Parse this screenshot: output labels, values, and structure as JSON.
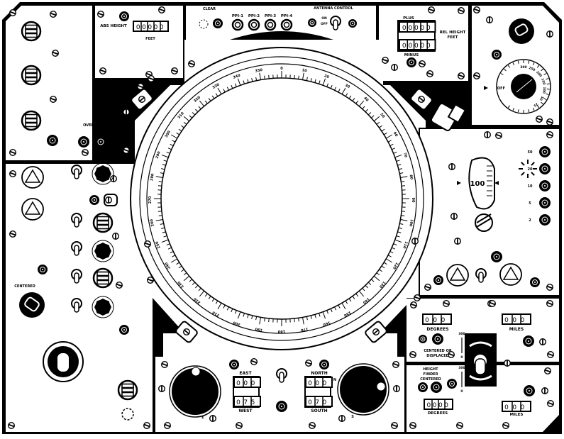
{
  "colors": {
    "ink": "#000000",
    "paper": "#ffffff"
  },
  "abs_height": {
    "label": "ABS HEIGHT",
    "unit": "FEET",
    "counter": "00000"
  },
  "top_center": {
    "clear_label": "CLEAR",
    "ppi": [
      "PPI-1",
      "PPI-2",
      "PPI-3",
      "PPI-4"
    ],
    "antenna_label": "ANTENNA CONTROL",
    "antenna_on": "ON",
    "antenna_off": "OFF"
  },
  "rel_height": {
    "plus": "PLUS",
    "minus": "MINUS",
    "label": "REL HEIGHT",
    "unit": "FEET",
    "plus_counter": "00000",
    "minus_counter": "00000"
  },
  "range_dial": {
    "off": "OFF",
    "marks": [
      "300",
      "250",
      "200",
      "150",
      "100",
      "50",
      "25"
    ]
  },
  "overheat": {
    "label": "OVERHEAT"
  },
  "scope": {
    "bearing_labels": [
      "0",
      "10",
      "20",
      "30",
      "40",
      "50",
      "60",
      "70",
      "80",
      "90",
      "100",
      "110",
      "120",
      "130",
      "140",
      "150",
      "160",
      "170",
      "180",
      "190",
      "200",
      "210",
      "220",
      "230",
      "240",
      "250",
      "260",
      "270",
      "280",
      "290",
      "300",
      "310",
      "320",
      "330",
      "340",
      "350"
    ]
  },
  "meter": {
    "value": "100"
  },
  "range_select": {
    "steps": [
      "50",
      "20",
      "10",
      "5",
      "2"
    ]
  },
  "left_panel": {
    "centered": "CENTERED"
  },
  "bottom_center": {
    "east": "EAST",
    "west": "WEST",
    "north": "NORTH",
    "south": "SOUTH",
    "east_counter": "000",
    "west_counter": "075",
    "north_counter": "000",
    "south_counter": "070",
    "dial_e": "E",
    "dial_n": "N",
    "dial_s": "S"
  },
  "bottom_right": {
    "degrees_counter": "000",
    "degrees_label": "DEGREES",
    "miles_counter": "000",
    "miles_label": "MILES",
    "centered_label_1": "CENTERED OR",
    "centered_label_2": "DISPLACED",
    "scale_top": "300",
    "scale_bottom": "0",
    "hf_label_1": "HEIGHT",
    "hf_label_2": "FINDER",
    "hf_label_3": "CENTERED",
    "scale2_top": "300",
    "scale2_bottom": "0",
    "degrees2_counter": "0000",
    "degrees2_label": "DEGREES",
    "miles2_counter": "000",
    "miles2_label": "MILES"
  }
}
